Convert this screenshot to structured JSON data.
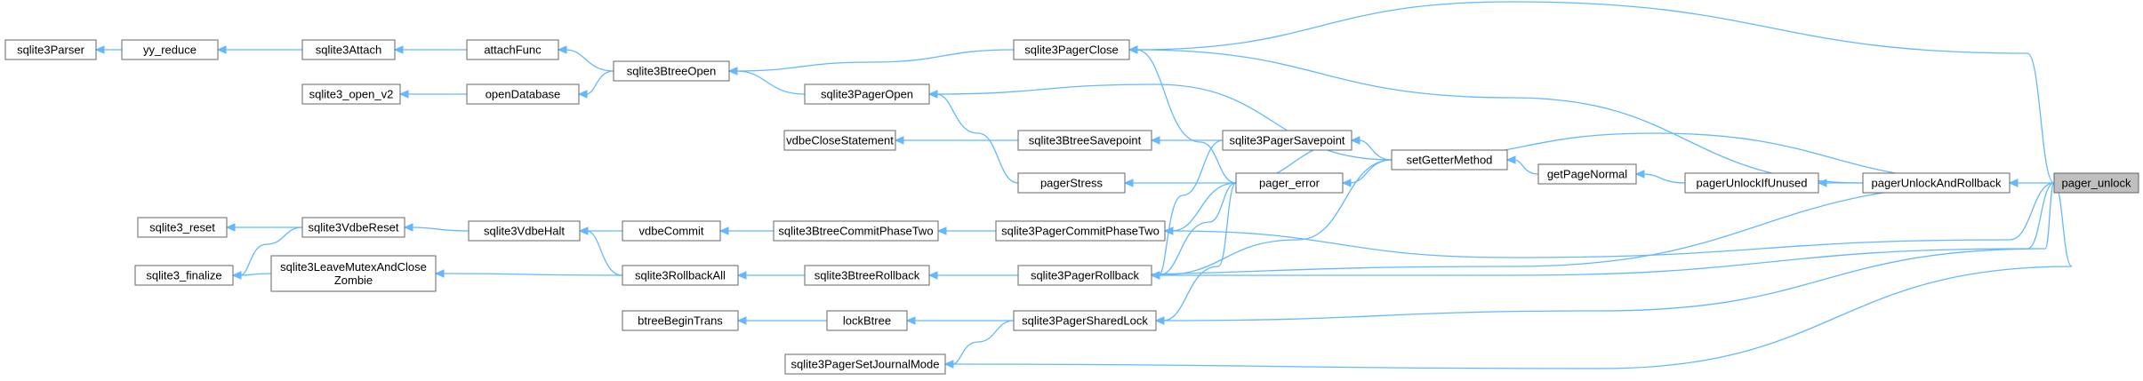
{
  "graph": {
    "colors": {
      "edge": "#63b8ff",
      "node_border": "#666666",
      "node_fill": "#ffffff",
      "root_fill": "#bfbfbf"
    },
    "nodes": [
      {
        "id": "sqlite3Parser",
        "label": "sqlite3Parser"
      },
      {
        "id": "yy_reduce",
        "label": "yy_reduce"
      },
      {
        "id": "sqlite3Attach",
        "label": "sqlite3Attach"
      },
      {
        "id": "attachFunc",
        "label": "attachFunc"
      },
      {
        "id": "sqlite3BtreeOpen",
        "label": "sqlite3BtreeOpen"
      },
      {
        "id": "sqlite3_open_v2",
        "label": "sqlite3_open_v2"
      },
      {
        "id": "openDatabase",
        "label": "openDatabase"
      },
      {
        "id": "sqlite3PagerClose",
        "label": "sqlite3PagerClose"
      },
      {
        "id": "sqlite3PagerOpen",
        "label": "sqlite3PagerOpen"
      },
      {
        "id": "vdbeCloseStatement",
        "label": "vdbeCloseStatement"
      },
      {
        "id": "sqlite3BtreeSavepoint",
        "label": "sqlite3BtreeSavepoint"
      },
      {
        "id": "sqlite3PagerSavepoint",
        "label": "sqlite3PagerSavepoint"
      },
      {
        "id": "pagerStress",
        "label": "pagerStress"
      },
      {
        "id": "pager_error",
        "label": "pager_error"
      },
      {
        "id": "setGetterMethod",
        "label": "setGetterMethod"
      },
      {
        "id": "getPageNormal",
        "label": "getPageNormal"
      },
      {
        "id": "pagerUnlockIfUnused",
        "label": "pagerUnlockIfUnused"
      },
      {
        "id": "pagerUnlockAndRollback",
        "label": "pagerUnlockAndRollback"
      },
      {
        "id": "pager_unlock",
        "label": "pager_unlock",
        "root": true
      },
      {
        "id": "sqlite3_reset",
        "label": "sqlite3_reset"
      },
      {
        "id": "sqlite3VdbeReset",
        "label": "sqlite3VdbeReset"
      },
      {
        "id": "sqlite3VdbeHalt",
        "label": "sqlite3VdbeHalt"
      },
      {
        "id": "vdbeCommit",
        "label": "vdbeCommit"
      },
      {
        "id": "sqlite3BtreeCommitPhaseTwo",
        "label": "sqlite3BtreeCommitPhaseTwo"
      },
      {
        "id": "sqlite3PagerCommitPhaseTwo",
        "label": "sqlite3PagerCommitPhaseTwo"
      },
      {
        "id": "sqlite3_finalize",
        "label": "sqlite3_finalize"
      },
      {
        "id": "sqlite3LeaveMutexAndCloseZombie",
        "label": "sqlite3LeaveMutexAndClose\nZombie"
      },
      {
        "id": "sqlite3RollbackAll",
        "label": "sqlite3RollbackAll"
      },
      {
        "id": "sqlite3BtreeRollback",
        "label": "sqlite3BtreeRollback"
      },
      {
        "id": "sqlite3PagerRollback",
        "label": "sqlite3PagerRollback"
      },
      {
        "id": "btreeBeginTrans",
        "label": "btreeBeginTrans"
      },
      {
        "id": "lockBtree",
        "label": "lockBtree"
      },
      {
        "id": "sqlite3PagerSharedLock",
        "label": "sqlite3PagerSharedLock"
      },
      {
        "id": "sqlite3PagerSetJournalMode",
        "label": "sqlite3PagerSetJournalMode"
      }
    ],
    "edges": [
      [
        "sqlite3Parser",
        "yy_reduce"
      ],
      [
        "yy_reduce",
        "sqlite3Attach"
      ],
      [
        "sqlite3Attach",
        "attachFunc"
      ],
      [
        "attachFunc",
        "sqlite3BtreeOpen"
      ],
      [
        "sqlite3_open_v2",
        "openDatabase"
      ],
      [
        "openDatabase",
        "sqlite3BtreeOpen"
      ],
      [
        "sqlite3BtreeOpen",
        "sqlite3PagerClose"
      ],
      [
        "sqlite3BtreeOpen",
        "sqlite3PagerOpen"
      ],
      [
        "sqlite3PagerOpen",
        "pagerStress"
      ],
      [
        "sqlite3PagerOpen",
        "setGetterMethod"
      ],
      [
        "vdbeCloseStatement",
        "sqlite3BtreeSavepoint"
      ],
      [
        "sqlite3BtreeSavepoint",
        "sqlite3PagerSavepoint"
      ],
      [
        "sqlite3PagerSavepoint",
        "setGetterMethod"
      ],
      [
        "sqlite3PagerSavepoint",
        "pager_error"
      ],
      [
        "pagerStress",
        "pager_error"
      ],
      [
        "pager_error",
        "setGetterMethod"
      ],
      [
        "sqlite3PagerClose",
        "pager_error"
      ],
      [
        "sqlite3PagerClose",
        "pager_unlock"
      ],
      [
        "setGetterMethod",
        "getPageNormal"
      ],
      [
        "getPageNormal",
        "pagerUnlockIfUnused"
      ],
      [
        "pagerUnlockIfUnused",
        "pagerUnlockAndRollback"
      ],
      [
        "pagerUnlockAndRollback",
        "pager_unlock"
      ],
      [
        "pagerUnlockAndRollback",
        "setGetterMethod"
      ],
      [
        "pagerUnlockAndRollback",
        "sqlite3PagerRollback"
      ],
      [
        "sqlite3PagerClose",
        "pagerUnlockAndRollback"
      ],
      [
        "sqlite3_reset",
        "sqlite3VdbeReset"
      ],
      [
        "sqlite3_finalize",
        "sqlite3VdbeReset"
      ],
      [
        "sqlite3_finalize",
        "sqlite3LeaveMutexAndCloseZombie"
      ],
      [
        "sqlite3VdbeReset",
        "sqlite3VdbeHalt"
      ],
      [
        "sqlite3VdbeHalt",
        "vdbeCommit"
      ],
      [
        "sqlite3VdbeHalt",
        "sqlite3RollbackAll"
      ],
      [
        "vdbeCommit",
        "sqlite3BtreeCommitPhaseTwo"
      ],
      [
        "sqlite3BtreeCommitPhaseTwo",
        "sqlite3PagerCommitPhaseTwo"
      ],
      [
        "sqlite3PagerCommitPhaseTwo",
        "pager_error"
      ],
      [
        "sqlite3PagerCommitPhaseTwo",
        "pager_unlock"
      ],
      [
        "sqlite3LeaveMutexAndCloseZombie",
        "sqlite3RollbackAll"
      ],
      [
        "sqlite3RollbackAll",
        "sqlite3BtreeRollback"
      ],
      [
        "sqlite3BtreeRollback",
        "sqlite3PagerRollback"
      ],
      [
        "sqlite3PagerRollback",
        "pager_error"
      ],
      [
        "sqlite3PagerRollback",
        "sqlite3PagerSavepoint"
      ],
      [
        "sqlite3PagerRollback",
        "setGetterMethod"
      ],
      [
        "sqlite3PagerRollback",
        "pager_unlock"
      ],
      [
        "btreeBeginTrans",
        "lockBtree"
      ],
      [
        "lockBtree",
        "sqlite3PagerSharedLock"
      ],
      [
        "sqlite3PagerSharedLock",
        "pager_error"
      ],
      [
        "sqlite3PagerSharedLock",
        "pager_unlock"
      ],
      [
        "sqlite3PagerSetJournalMode",
        "sqlite3PagerSharedLock"
      ],
      [
        "sqlite3PagerSetJournalMode",
        "pager_unlock"
      ]
    ]
  }
}
